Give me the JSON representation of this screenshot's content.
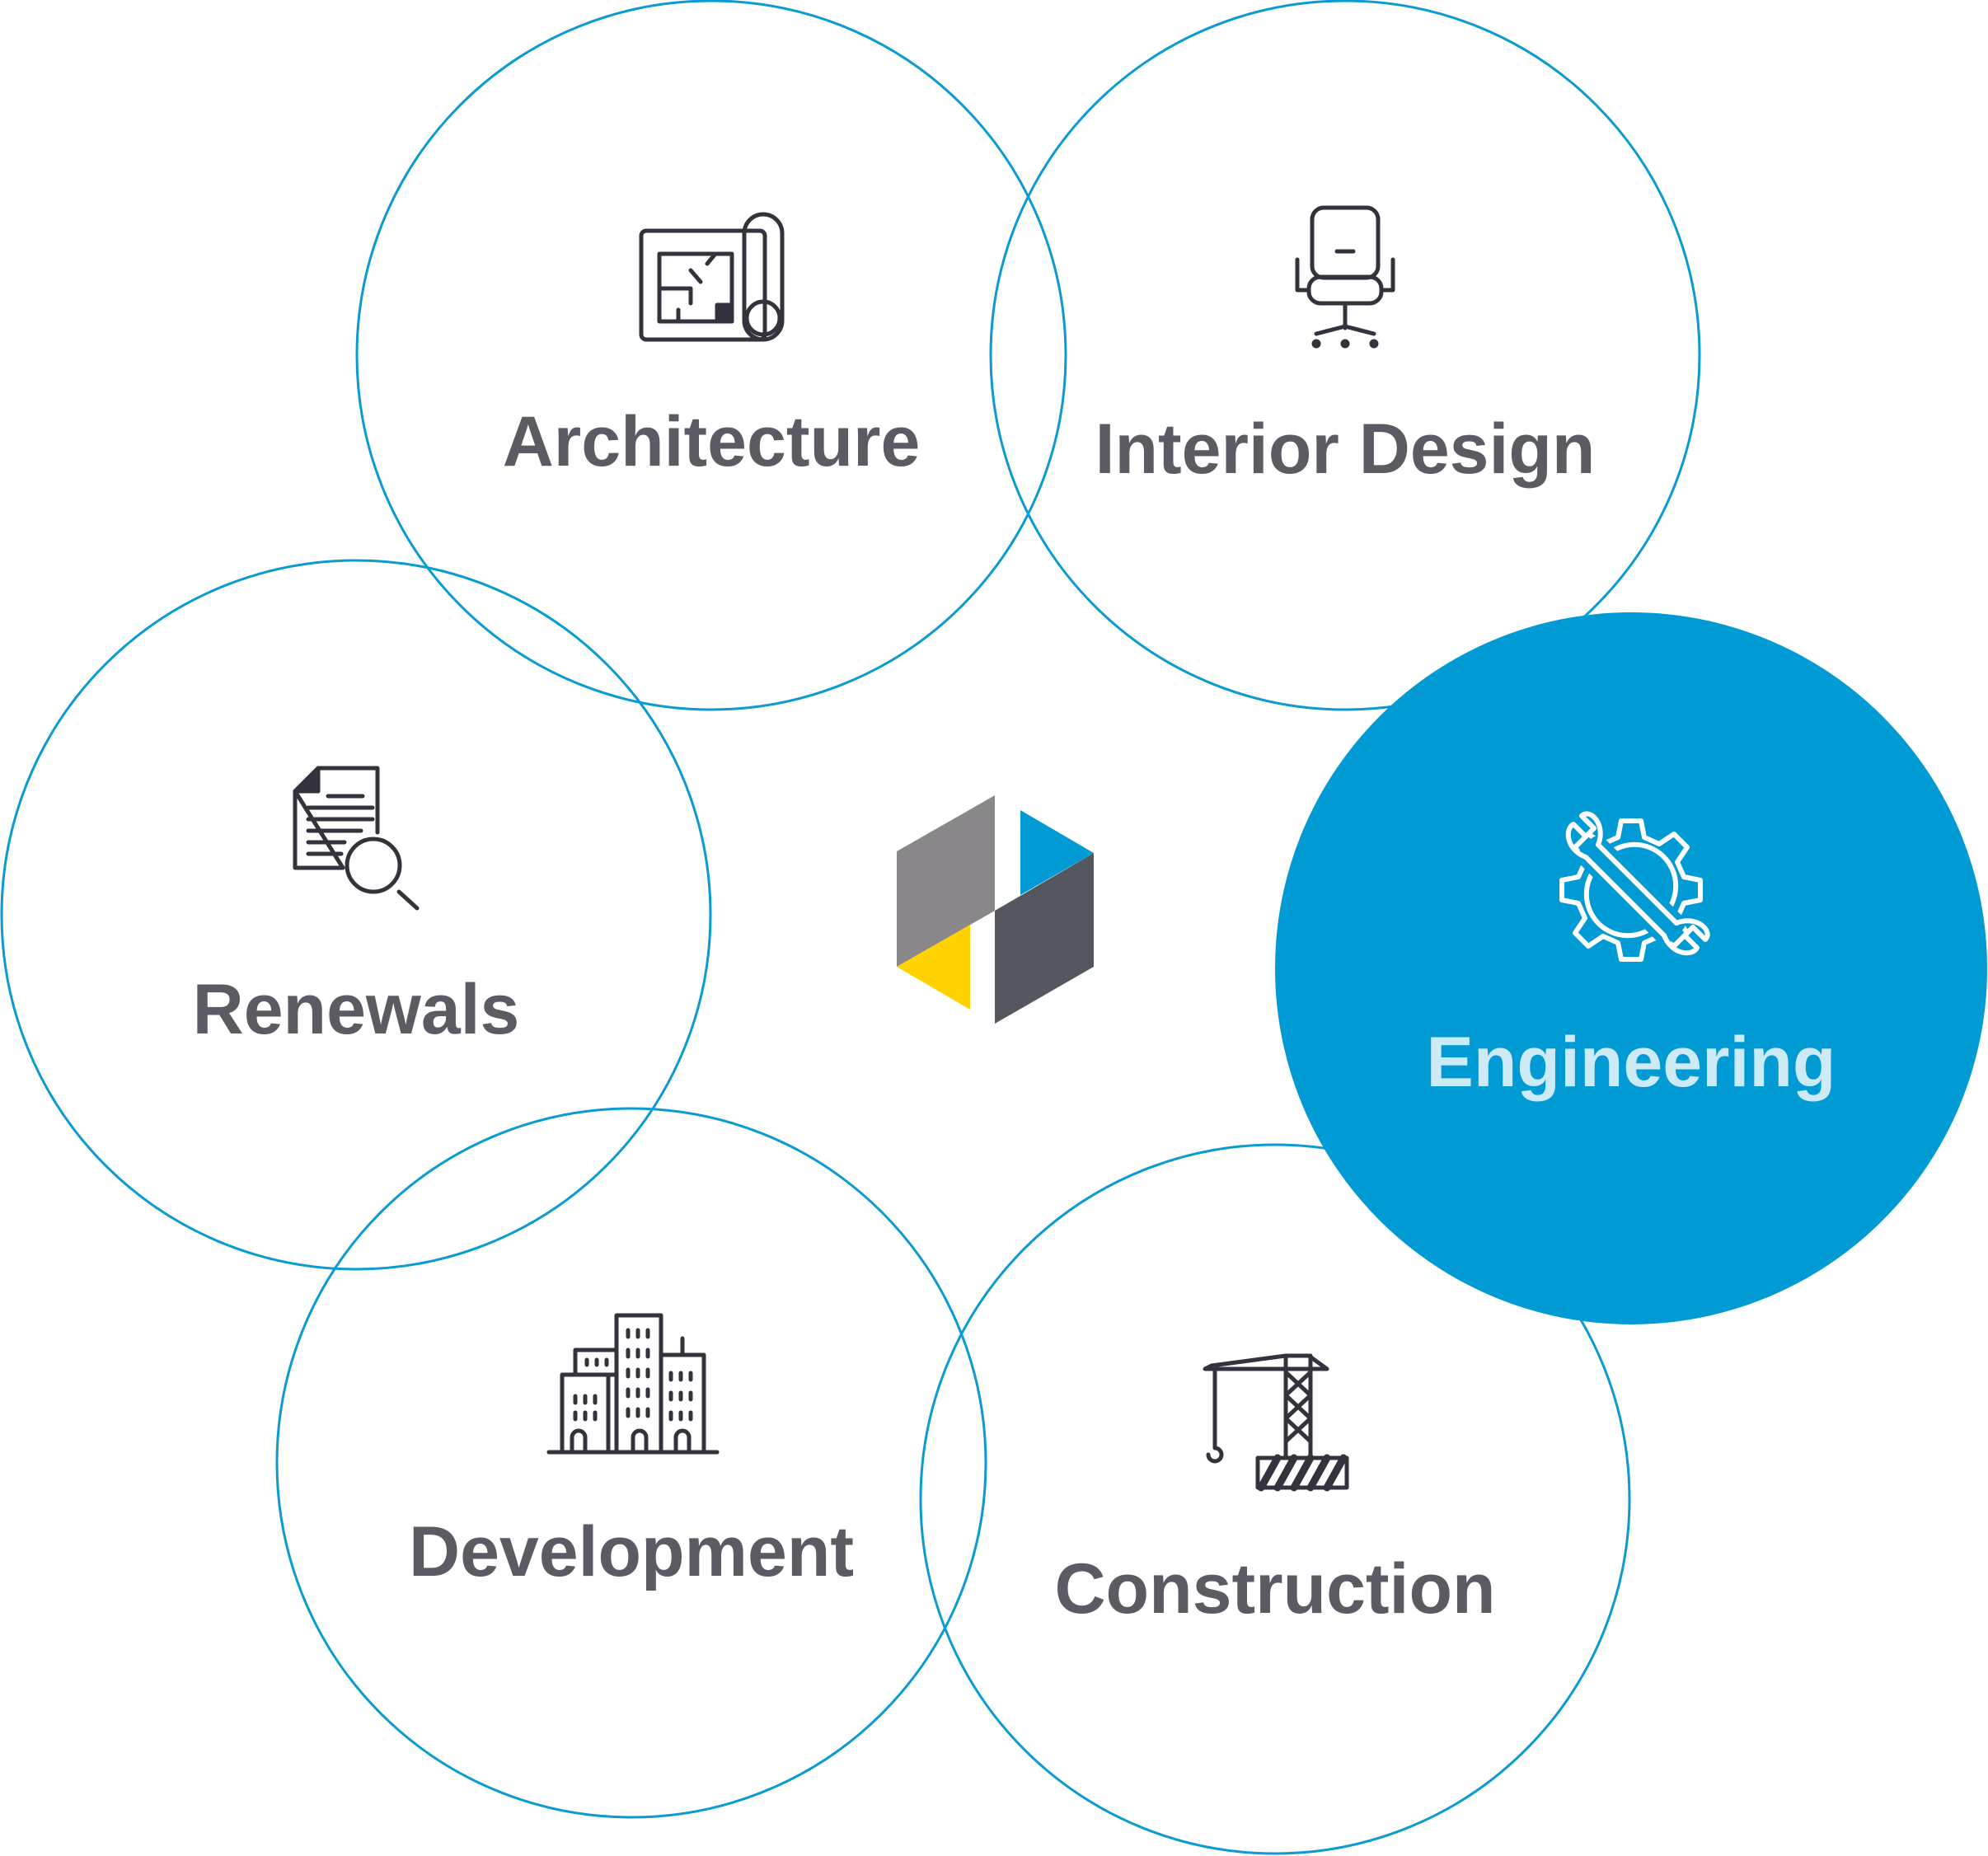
{
  "colors": {
    "ring": "#0b9bd3",
    "active_fill": "#009bd5",
    "label": "#5a5b63",
    "active_label": "#cdebf7",
    "logo_gray": "#8a878b",
    "logo_dark": "#55575f",
    "logo_blue": "#009bd5",
    "logo_yellow": "#ffd200"
  },
  "nodes": [
    {
      "label": "Architecture",
      "icon": "blueprint-icon",
      "active": false
    },
    {
      "label": "Interior Design",
      "icon": "office-chair-icon",
      "active": false
    },
    {
      "label": "Renewals",
      "icon": "document-search-icon",
      "active": false
    },
    {
      "label": "Engineering",
      "icon": "wrench-gear-icon",
      "active": true
    },
    {
      "label": "Development",
      "icon": "buildings-icon",
      "active": false
    },
    {
      "label": "Construction",
      "icon": "crane-icon",
      "active": false
    }
  ],
  "center_logo": "hexagon-logo"
}
